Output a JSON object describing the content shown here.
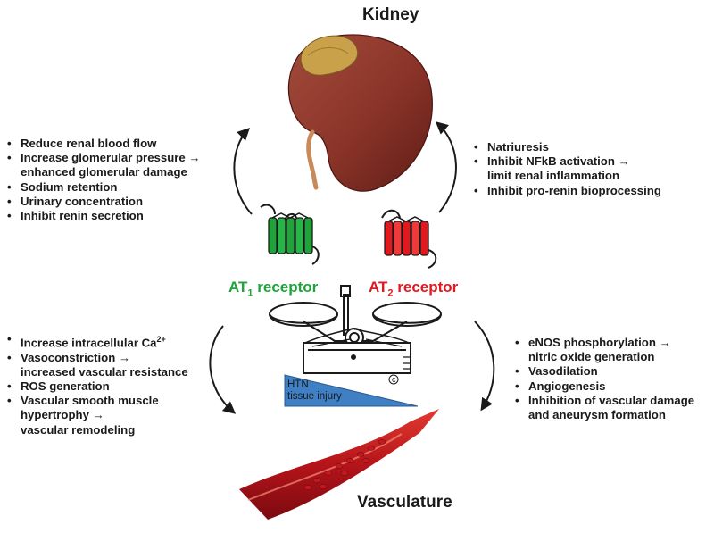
{
  "titles": {
    "kidney": "Kidney",
    "vasculature": "Vasculature"
  },
  "receptors": {
    "at1": {
      "prefix": "AT",
      "sub": "1",
      "suffix": " receptor",
      "color": "#1fa33a"
    },
    "at2": {
      "prefix": "AT",
      "sub": "2",
      "suffix": " receptor",
      "color": "#e0191f"
    }
  },
  "at1_kidney_effects": [
    {
      "text": "Reduce renal blood flow",
      "cont": ""
    },
    {
      "text": "Increase glomerular pressure →",
      "cont": "enhanced glomerular damage"
    },
    {
      "text": "Sodium retention",
      "cont": ""
    },
    {
      "text": "Urinary concentration",
      "cont": ""
    },
    {
      "text": "Inhibit renin secretion",
      "cont": ""
    }
  ],
  "at2_kidney_effects": [
    {
      "text": "Natriuresis",
      "cont": ""
    },
    {
      "text": "Inhibit NFkB activation →",
      "cont": "limit renal inflammation"
    },
    {
      "text": "Inhibit pro-renin bioprocessing",
      "cont": ""
    }
  ],
  "at1_vascular_effects": {
    "first_text": "Increase intracellular Ca",
    "first_sup": "2+",
    "items": [
      {
        "text": "Vasoconstriction →",
        "cont": "increased vascular resistance"
      },
      {
        "text": "ROS generation",
        "cont": ""
      },
      {
        "text": "Vascular smooth muscle",
        "cont": "hypertrophy →"
      },
      {
        "text": "",
        "cont": "vascular remodeling"
      }
    ]
  },
  "at2_vascular_effects": [
    {
      "text": "eNOS phosphorylation →",
      "cont": "nitric oxide generation"
    },
    {
      "text": "Vasodilation",
      "cont": ""
    },
    {
      "text": "Angiogenesis",
      "cont": ""
    },
    {
      "text": "Inhibition of vascular damage",
      "cont": "and aneurysm formation"
    }
  ],
  "wedge": {
    "line1": "HTN",
    "line2": "tissue injury",
    "color": "#3f7fc4"
  },
  "scale_mark": "c"
}
